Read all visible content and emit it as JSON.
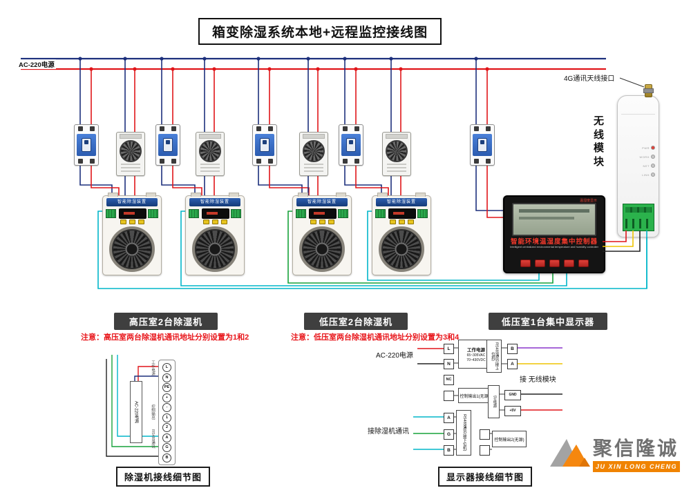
{
  "palette": {
    "wire_red": "#e01418",
    "wire_navy": "#1c2f7c",
    "wire_cyan": "#00b6c9",
    "wire_green": "#17a23a",
    "wire_yellow": "#efc400",
    "wire_purple": "#8833cc",
    "terminal_green": "#2bb24c",
    "brand_orange": "#f08300",
    "note_red": "#e8151a"
  },
  "title": "箱变除湿系统本地+远程监控接线图",
  "power_bus": {
    "label": "AC-220电源"
  },
  "wireless_module": {
    "vertical_label": "无线模块",
    "antenna_label": "4G通讯天线接口",
    "leds": [
      "PWR",
      "WORK",
      "NET",
      "LINK"
    ]
  },
  "dehumidifier": {
    "header": "智能除湿装置"
  },
  "controller": {
    "corner_label": "温湿度显示",
    "name_cn": "智能环境温湿度集中控制器",
    "name_en": "Intelligent centralized environmental temperature and humidity controller"
  },
  "sections": {
    "high_voltage": {
      "label": "高压室2台除湿机",
      "note": "注意：高压室两台除湿机通讯地址分别设置为1和2"
    },
    "low_voltage": {
      "label": "低压室2台除湿机",
      "note": "注意：低压室两台除湿机通讯地址分别设置为3和4"
    },
    "display_room": {
      "label": "低压室1台集中显示器"
    }
  },
  "detail_left": {
    "caption": "除湿机接线细节图",
    "terminals": [
      "L",
      "N",
      "PE",
      "+",
      "-",
      "1",
      "2",
      "A",
      "G",
      "B"
    ],
    "group_labels": [
      "工作电源",
      "控制输出",
      "RS485通讯"
    ],
    "box_label": "AC-220电源"
  },
  "detail_right": {
    "caption": "显示器接线细节图",
    "left_terminals": [
      "L",
      "N",
      "NC",
      "",
      "A",
      "G",
      "B"
    ],
    "right_terminals": [
      "B",
      "A",
      "GND",
      "+5V",
      "",
      ""
    ],
    "power_box": {
      "line1": "工作电源",
      "line2": "65~305VAC",
      "line3": "70~430VDC"
    },
    "ac_label": "AC-220电源",
    "out1": "控制输出1(无源)",
    "out2": "控制输出2(无源)",
    "rs485_down": "RS485通讯(接下位机)",
    "rs485_up": "RS485通讯(接上位机)",
    "v5": "5V电源",
    "module_link": "接 无线模块",
    "dehum_link": "接除湿机通讯"
  },
  "logo": {
    "name_cn": "聚信隆诚",
    "name_en": "JU XIN LONG CHENG"
  }
}
